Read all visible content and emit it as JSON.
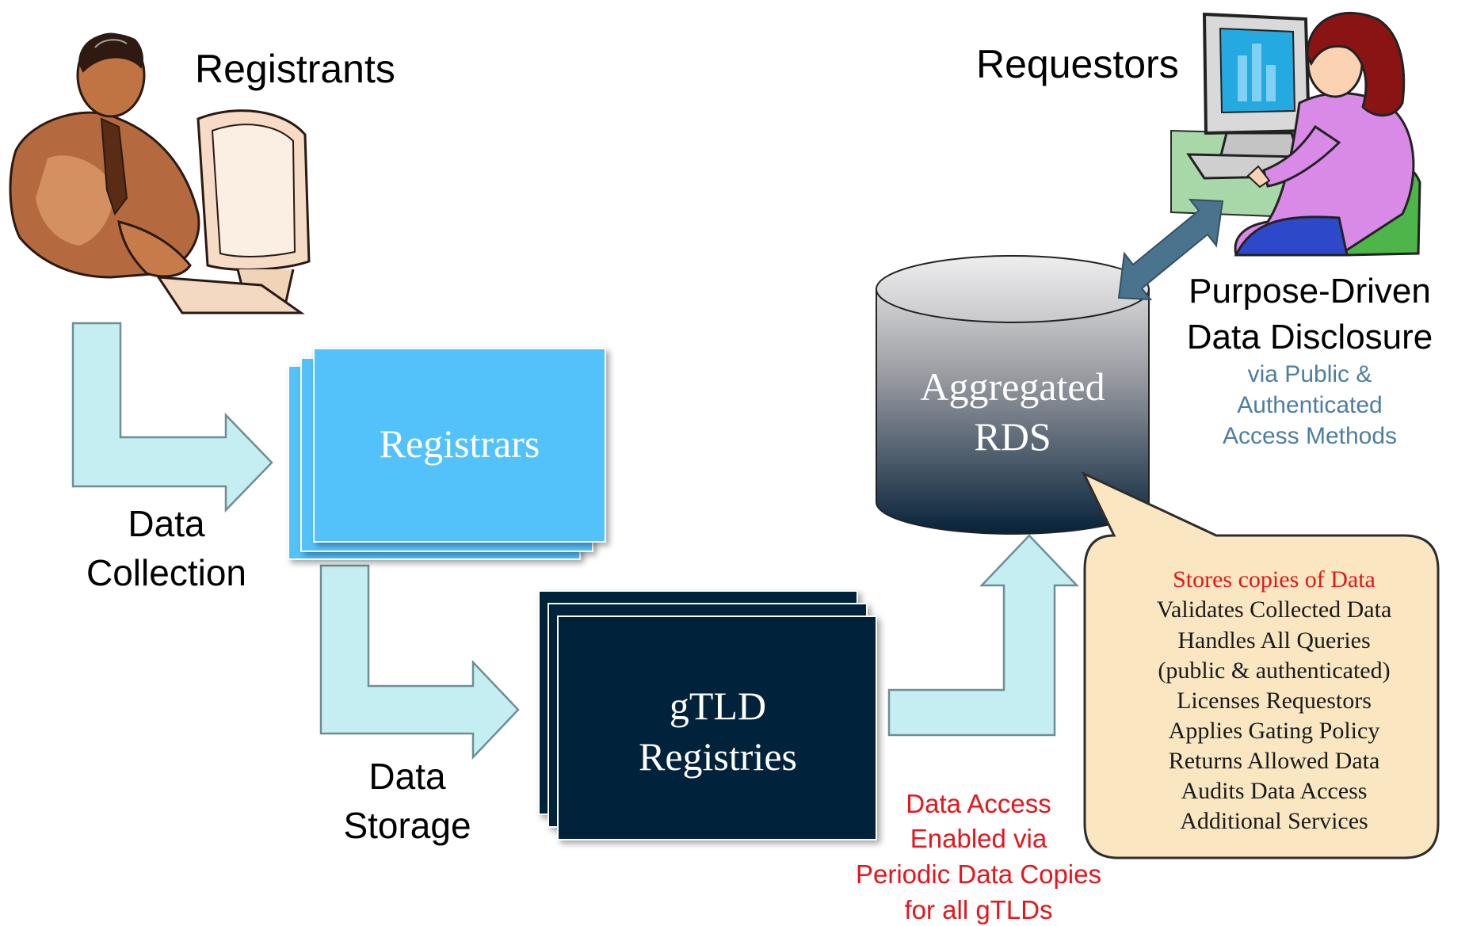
{
  "actors": {
    "registrants": "Registrants",
    "requestors": "Requestors"
  },
  "flow_labels": {
    "collection": [
      "Data",
      "Collection"
    ],
    "storage": [
      "Data",
      "Storage"
    ]
  },
  "boxes": {
    "registrars": "Registrars",
    "registries": [
      "gTLD",
      "Registries"
    ],
    "rds": [
      "Aggregated",
      "RDS"
    ]
  },
  "disclosure": {
    "title": [
      "Purpose-Driven",
      "Data Disclosure"
    ],
    "methods": [
      "via Public &",
      "Authenticated",
      "Access Methods"
    ]
  },
  "access_note": [
    "Data Access",
    "Enabled via",
    "Periodic Data Copies",
    "for all gTLDs"
  ],
  "callout": {
    "highlight": "Stores copies of Data",
    "items": [
      "Validates Collected Data",
      "Handles All Queries",
      "(public & authenticated)",
      "Licenses Requestors",
      "Applies Gating Policy",
      "Returns Allowed Data",
      "Audits Data Access",
      "Additional Services"
    ]
  },
  "colors": {
    "arrow_fill": "#c4eef2",
    "arrow_stroke": "#6f8e94",
    "registrars_fill": "#53c2fb",
    "registries_fill": "#03243a",
    "rds_top": "#d0d0d3",
    "rds_bottom": "#07223a",
    "disclosure_arrow": "#4a738d",
    "callout_fill": "#fae6c1",
    "red_text": "#e8141b",
    "method_text": "#4d7ea0"
  }
}
